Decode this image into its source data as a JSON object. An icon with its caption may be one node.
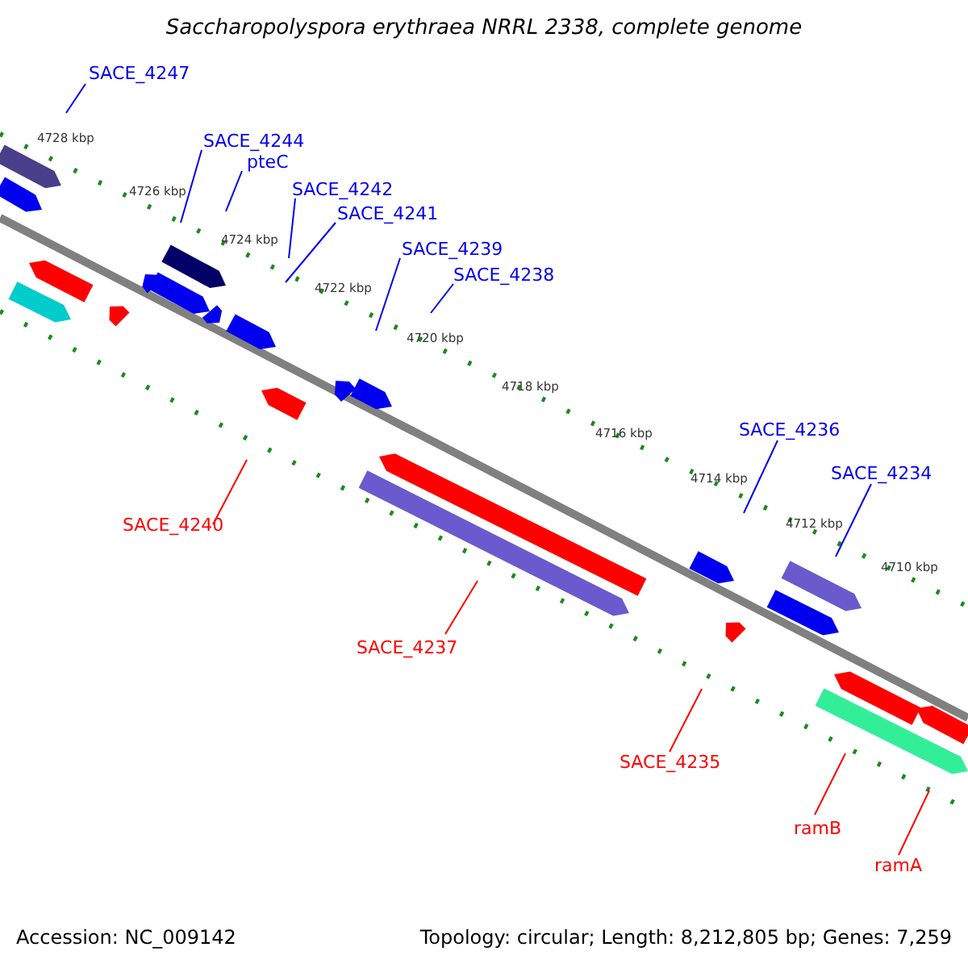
{
  "diagram": {
    "title": "Saccharopolyspora erythraea NRRL 2338, complete genome",
    "nodes": [
      {
        "text": [
          "SACE_4247"
        ]
      },
      {
        "text": [
          "SACE_4244"
        ]
      },
      {
        "text": [
          "pteC"
        ]
      },
      {
        "text": [
          "SACE_4242"
        ]
      },
      {
        "text": [
          "SACE_4241"
        ]
      },
      {
        "text": [
          "SACE_4239"
        ]
      },
      {
        "text": [
          "SACE_4238"
        ]
      },
      {
        "text": [
          "SACE_4236"
        ]
      },
      {
        "text": [
          "SACE_4234"
        ]
      },
      {
        "text": [
          "SACE_4240"
        ]
      },
      {
        "text": [
          "SACE_4237"
        ]
      },
      {
        "text": [
          "SACE_4235"
        ]
      },
      {
        "text": [
          "ramB"
        ]
      },
      {
        "text": [
          "ramA"
        ]
      }
    ],
    "edges": [
      {
        "from": 0,
        "to": null,
        "arrow": "none"
      },
      {
        "from": 1,
        "to": null,
        "arrow": "none"
      },
      {
        "from": 2,
        "to": null,
        "arrow": "none"
      },
      {
        "from": 3,
        "to": null,
        "arrow": "none"
      },
      {
        "from": 4,
        "to": null,
        "arrow": "none"
      },
      {
        "from": 5,
        "to": null,
        "arrow": "none"
      },
      {
        "from": 6,
        "to": null,
        "arrow": "none"
      },
      {
        "from": 7,
        "to": null,
        "arrow": "none"
      },
      {
        "from": 8,
        "to": null,
        "arrow": "none"
      },
      {
        "from": 9,
        "to": null,
        "arrow": "none",
        "color": "#ff0000"
      },
      {
        "from": 10,
        "to": null,
        "arrow": "none",
        "color": "#ff0000"
      },
      {
        "from": 11,
        "to": null,
        "arrow": "none",
        "color": "#ff0000"
      },
      {
        "from": 12,
        "to": null,
        "arrow": "none",
        "color": "#ff0000"
      },
      {
        "from": 13,
        "to": null,
        "arrow": "none",
        "color": "#ff0000"
      }
    ],
    "labels": [
      "4728 kbp",
      "4726 kbp",
      "4724 kbp",
      "4722 kbp",
      "4720 kbp",
      "4718 kbp",
      "4716 kbp",
      "4714 kbp",
      "4712 kbp",
      "4710 kbp",
      "Accession: NC_009142",
      "Topology: circular; Length: 8,212,805 bp; Genes: 7,259"
    ]
  }
}
